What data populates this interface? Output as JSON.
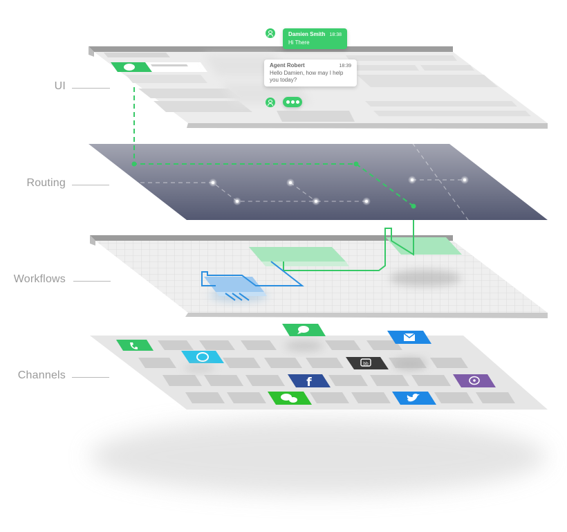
{
  "layers": {
    "ui": "UI",
    "routing": "Routing",
    "workflows": "Workflows",
    "channels": "Channels"
  },
  "chat": {
    "customer_name": "Damien Smith",
    "customer_time": "18:38",
    "customer_message": "Hi There",
    "agent_name": "Agent Robert",
    "agent_time": "18:39",
    "agent_message_line1": "Hello Damien, how may I help",
    "agent_message_line2": "you today?"
  },
  "colors": {
    "accent_green": "#3ccd6d",
    "workflow_blue": "#2b8fe0",
    "routing_dark": "#5c6177",
    "layer_grey": "#dedede"
  },
  "channel_icons": [
    "phone-icon",
    "chat-bubble-icon",
    "email-icon",
    "alexa-ring-icon",
    "blackberry-messenger-icon",
    "facebook-icon",
    "viber-icon",
    "wechat-icon",
    "twitter-icon"
  ]
}
